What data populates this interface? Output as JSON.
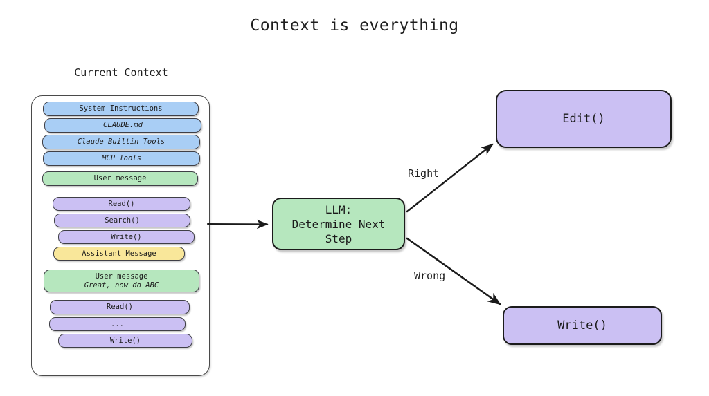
{
  "title": "Context is everything",
  "context_panel": {
    "label": "Current Context",
    "items": [
      {
        "text": "System Instructions",
        "color": "#a9cef5",
        "kind": "system"
      },
      {
        "text": "CLAUDE.md",
        "color": "#a9cef5",
        "kind": "memory-file"
      },
      {
        "text": "Claude Builtin Tools",
        "color": "#a9cef5",
        "kind": "tools"
      },
      {
        "text": "MCP Tools",
        "color": "#a9cef5",
        "kind": "tools"
      },
      {
        "text": "User message",
        "color": "#b6e7be",
        "kind": "user-message"
      },
      {
        "text": "Read()",
        "color": "#cbc0f3",
        "kind": "tool-call"
      },
      {
        "text": "Search()",
        "color": "#cbc0f3",
        "kind": "tool-call"
      },
      {
        "text": "Write()",
        "color": "#cbc0f3",
        "kind": "tool-call"
      },
      {
        "text": "Assistant Message",
        "color": "#f9e79a",
        "kind": "assistant-message"
      },
      {
        "text": "User message",
        "text2": "Great, now do ABC",
        "color": "#b6e7be",
        "kind": "user-message"
      },
      {
        "text": "Read()",
        "color": "#cbc0f3",
        "kind": "tool-call"
      },
      {
        "text": "...",
        "color": "#cbc0f3",
        "kind": "ellipsis"
      },
      {
        "text": "Write()",
        "color": "#cbc0f3",
        "kind": "tool-call"
      }
    ]
  },
  "llm_node": {
    "line1": "LLM:",
    "line2": "Determine Next",
    "line3": "Step",
    "color": "#b6e7be"
  },
  "outcomes": [
    {
      "label": "Right",
      "target": "Edit()",
      "color": "#cbc0f3"
    },
    {
      "label": "Wrong",
      "target": "Write()",
      "color": "#cbc0f3"
    }
  ],
  "edges": {
    "context_to_llm": "",
    "right_label": "Right",
    "wrong_label": "Wrong"
  },
  "palette": {
    "blue": "#a9cef5",
    "green": "#b6e7be",
    "purple": "#cbc0f3",
    "yellow": "#f9e79a",
    "stroke": "#1b1b1b",
    "background": "#ffffff"
  }
}
